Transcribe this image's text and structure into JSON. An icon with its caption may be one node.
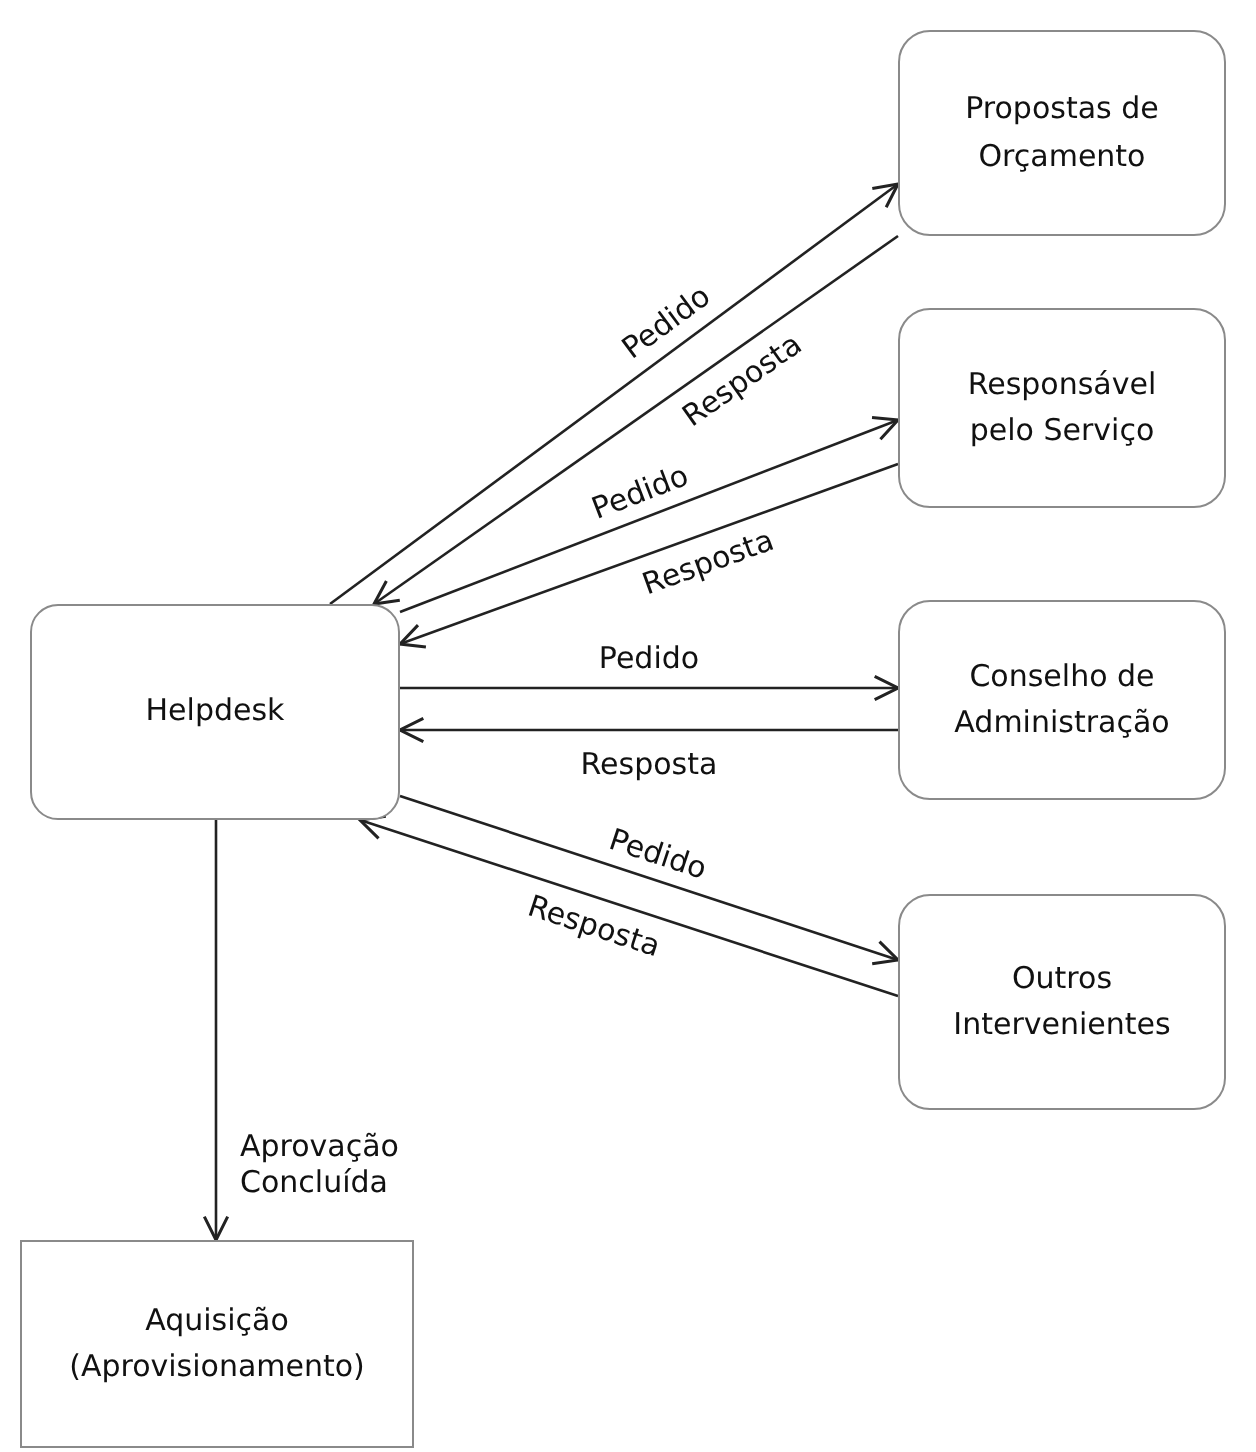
{
  "diagram": {
    "nodes": [
      {
        "text": [
          "Propostas de Orçamento"
        ]
      },
      {
        "text": [
          "Responsável pelo Serviço"
        ]
      },
      {
        "text": [
          "Helpdesk"
        ]
      },
      {
        "text": [
          "Conselho de Administração"
        ]
      },
      {
        "text": [
          "Outros Intervenientes"
        ]
      },
      {
        "text": [
          "Aquisição (Aprovisionamento)"
        ]
      }
    ],
    "edges": [
      {
        "from": 2,
        "to": 0,
        "arrow": "to",
        "label": "Pedido"
      },
      {
        "from": 0,
        "to": 2,
        "arrow": "to",
        "label": "Resposta"
      },
      {
        "from": 2,
        "to": 1,
        "arrow": "to",
        "label": "Pedido"
      },
      {
        "from": 1,
        "to": 2,
        "arrow": "to",
        "label": "Resposta"
      },
      {
        "from": 2,
        "to": 3,
        "arrow": "to",
        "label": "Pedido"
      },
      {
        "from": 3,
        "to": 2,
        "arrow": "to",
        "label": "Resposta"
      },
      {
        "from": 2,
        "to": 4,
        "arrow": "to",
        "label": "Pedido"
      },
      {
        "from": 4,
        "to": 2,
        "arrow": "to",
        "label": "Resposta"
      },
      {
        "from": 2,
        "to": 5,
        "arrow": "to",
        "label": "Aprovação Concluída"
      }
    ]
  }
}
